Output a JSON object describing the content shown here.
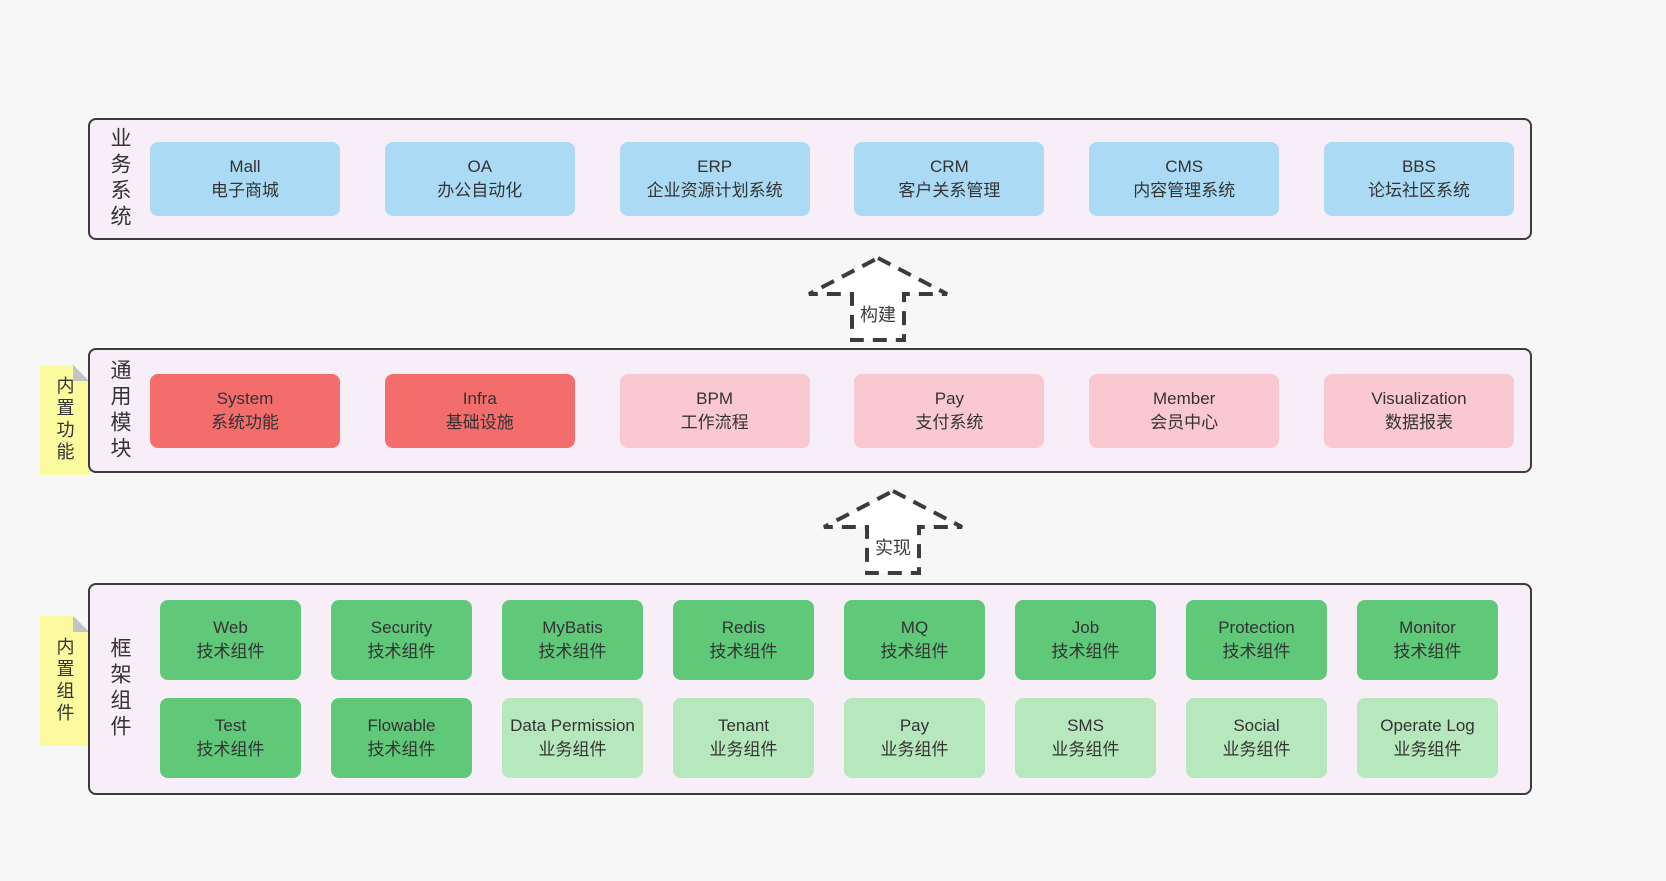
{
  "colors": {
    "page_bg": "#f7f7f7",
    "band_bg": "#f8eef7",
    "band_border": "#3b3b3b",
    "blue": "#abdbf4",
    "red": "#f36d6d",
    "pink": "#f9c8d1",
    "green": "#5fc879",
    "light_green": "#b7e7bd",
    "sticky_yellow": "#fbfa9e",
    "fold_gray": "#c4c4c4",
    "text": "#333333",
    "arrow_stroke": "#3c3c3c"
  },
  "arrows": [
    {
      "label": "构建"
    },
    {
      "label": "实现"
    }
  ],
  "bands": [
    {
      "label": "业务系统",
      "rows": [
        [
          {
            "title": "Mall",
            "subtitle": "电子商城"
          },
          {
            "title": "OA",
            "subtitle": "办公自动化"
          },
          {
            "title": "ERP",
            "subtitle": "企业资源计划系统"
          },
          {
            "title": "CRM",
            "subtitle": "客户关系管理"
          },
          {
            "title": "CMS",
            "subtitle": "内容管理系统"
          },
          {
            "title": "BBS",
            "subtitle": "论坛社区系统"
          }
        ]
      ]
    },
    {
      "label": "通用模块",
      "sticky": "内置功能",
      "rows": [
        [
          {
            "title": "System",
            "subtitle": "系统功能"
          },
          {
            "title": "Infra",
            "subtitle": "基础设施"
          },
          {
            "title": "BPM",
            "subtitle": "工作流程"
          },
          {
            "title": "Pay",
            "subtitle": "支付系统"
          },
          {
            "title": "Member",
            "subtitle": "会员中心"
          },
          {
            "title": "Visualization",
            "subtitle": "数据报表"
          }
        ]
      ]
    },
    {
      "label": "框架组件",
      "sticky": "内置组件",
      "rows": [
        [
          {
            "title": "Web",
            "subtitle": "技术组件"
          },
          {
            "title": "Security",
            "subtitle": "技术组件"
          },
          {
            "title": "MyBatis",
            "subtitle": "技术组件"
          },
          {
            "title": "Redis",
            "subtitle": "技术组件"
          },
          {
            "title": "MQ",
            "subtitle": "技术组件"
          },
          {
            "title": "Job",
            "subtitle": "技术组件"
          },
          {
            "title": "Protection",
            "subtitle": "技术组件"
          },
          {
            "title": "Monitor",
            "subtitle": "技术组件"
          }
        ],
        [
          {
            "title": "Test",
            "subtitle": "技术组件"
          },
          {
            "title": "Flowable",
            "subtitle": "技术组件"
          },
          {
            "title": "Data Permission",
            "subtitle": "业务组件"
          },
          {
            "title": "Tenant",
            "subtitle": "业务组件"
          },
          {
            "title": "Pay",
            "subtitle": "业务组件"
          },
          {
            "title": "SMS",
            "subtitle": "业务组件"
          },
          {
            "title": "Social",
            "subtitle": "业务组件"
          },
          {
            "title": "Operate Log",
            "subtitle": "业务组件"
          }
        ]
      ]
    }
  ]
}
